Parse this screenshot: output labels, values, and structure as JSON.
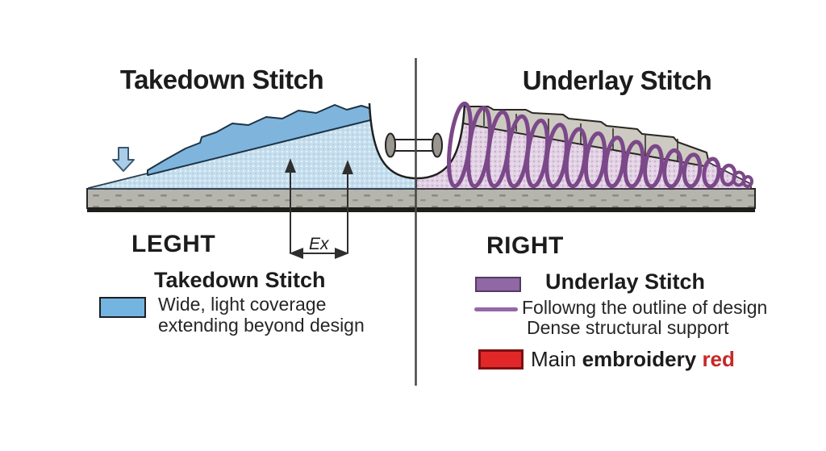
{
  "left": {
    "title": "Takedown Stitch",
    "side_label": "LEGHT",
    "dim_label": "Ex",
    "legend": {
      "title": "Takedown Stitch",
      "desc1": "Wide, light coverage",
      "desc2": "extending beyond design"
    }
  },
  "right": {
    "title": "Underlay Stitch",
    "side_label": "RIGHT",
    "legend": {
      "title": "Underlay Stitch",
      "desc1": "Followng the outline of design",
      "desc2": "Dense structural support",
      "main1": "Main",
      "main2": "embroidery",
      "main3": "red"
    }
  },
  "colors": {
    "takedown_swatch_blue": "#74b4e0",
    "underlay_swatch_purple": "#8f68a5",
    "outline_line_purple": "#9268a8",
    "main_embroidery_red": "#e12727",
    "red_text": "#c62828",
    "mound_blue_fill": "#c5deee",
    "mound_blue_cap": "#7fb5dc",
    "mound_purple_fill": "#e2d2e4",
    "coil_purple": "#7b4889",
    "gray_cap": "#cdcac2",
    "fabric_gray": "#b6b5ad"
  }
}
